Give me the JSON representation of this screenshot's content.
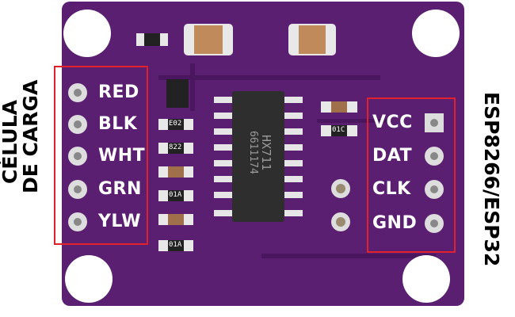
{
  "left_connector": {
    "title_line1": "CÉLULA",
    "title_line2": "DE CARGA",
    "pins": [
      "RED",
      "BLK",
      "WHT",
      "GRN",
      "YLW"
    ]
  },
  "right_connector": {
    "title": "ESP8266/ESP32",
    "pins": [
      "VCC",
      "DAT",
      "CLK",
      "GND"
    ]
  },
  "chip": {
    "name": "HX711",
    "code": "6611174"
  },
  "smd_labels": [
    "E02",
    "822",
    "01A",
    "01A",
    "01C"
  ],
  "colors": {
    "board": "#5b1f72",
    "highlight_box": "#e0202a"
  }
}
